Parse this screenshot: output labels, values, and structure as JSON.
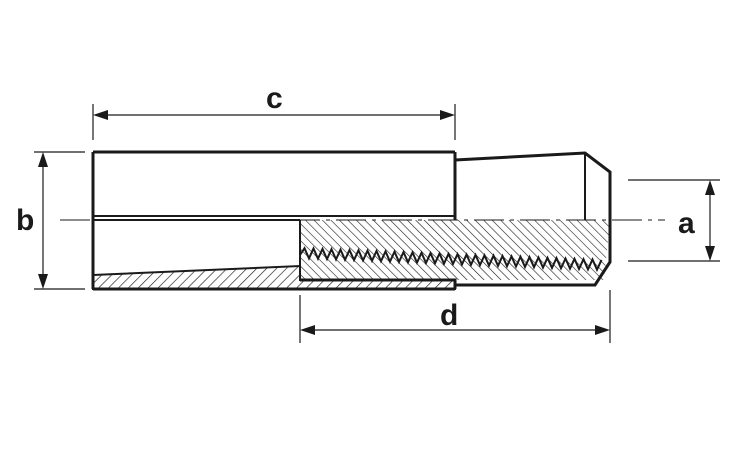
{
  "diagram": {
    "labels": {
      "a": "a",
      "b": "b",
      "c": "c",
      "d": "d"
    },
    "colors": {
      "ink": "#1a1a1a",
      "background": "#ffffff"
    }
  }
}
